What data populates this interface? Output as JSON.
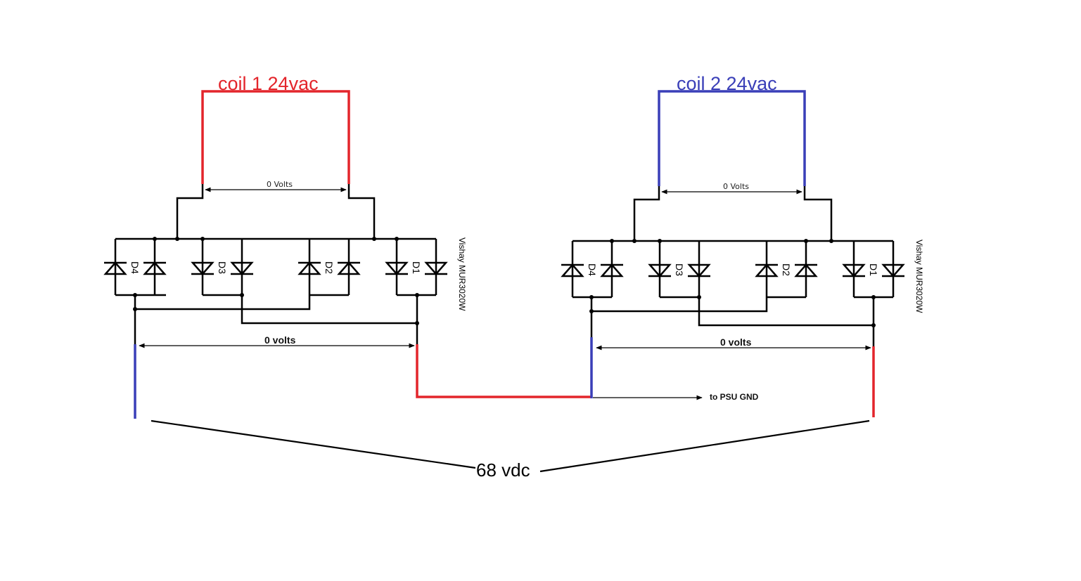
{
  "colors": {
    "coil1": "#e3252b",
    "coil2": "#3a3fb8",
    "wire": "#000000"
  },
  "bridge1": {
    "coil_label": "coil 1 24vac",
    "ac_voltage_label": "0 Volts",
    "dc_voltage_label": "0 volts",
    "part_label": "Vishay MUR3020W",
    "diodes": [
      "D4",
      "D3",
      "D2",
      "D1"
    ]
  },
  "bridge2": {
    "coil_label": "coil 2 24vac",
    "ac_voltage_label": "0 Volts",
    "dc_voltage_label": "0 volts",
    "part_label": "Vishay MUR3020W",
    "diodes": [
      "D4",
      "D3",
      "D2",
      "D1"
    ]
  },
  "ground_label": "to PSU GND",
  "output_label": "68 vdc"
}
